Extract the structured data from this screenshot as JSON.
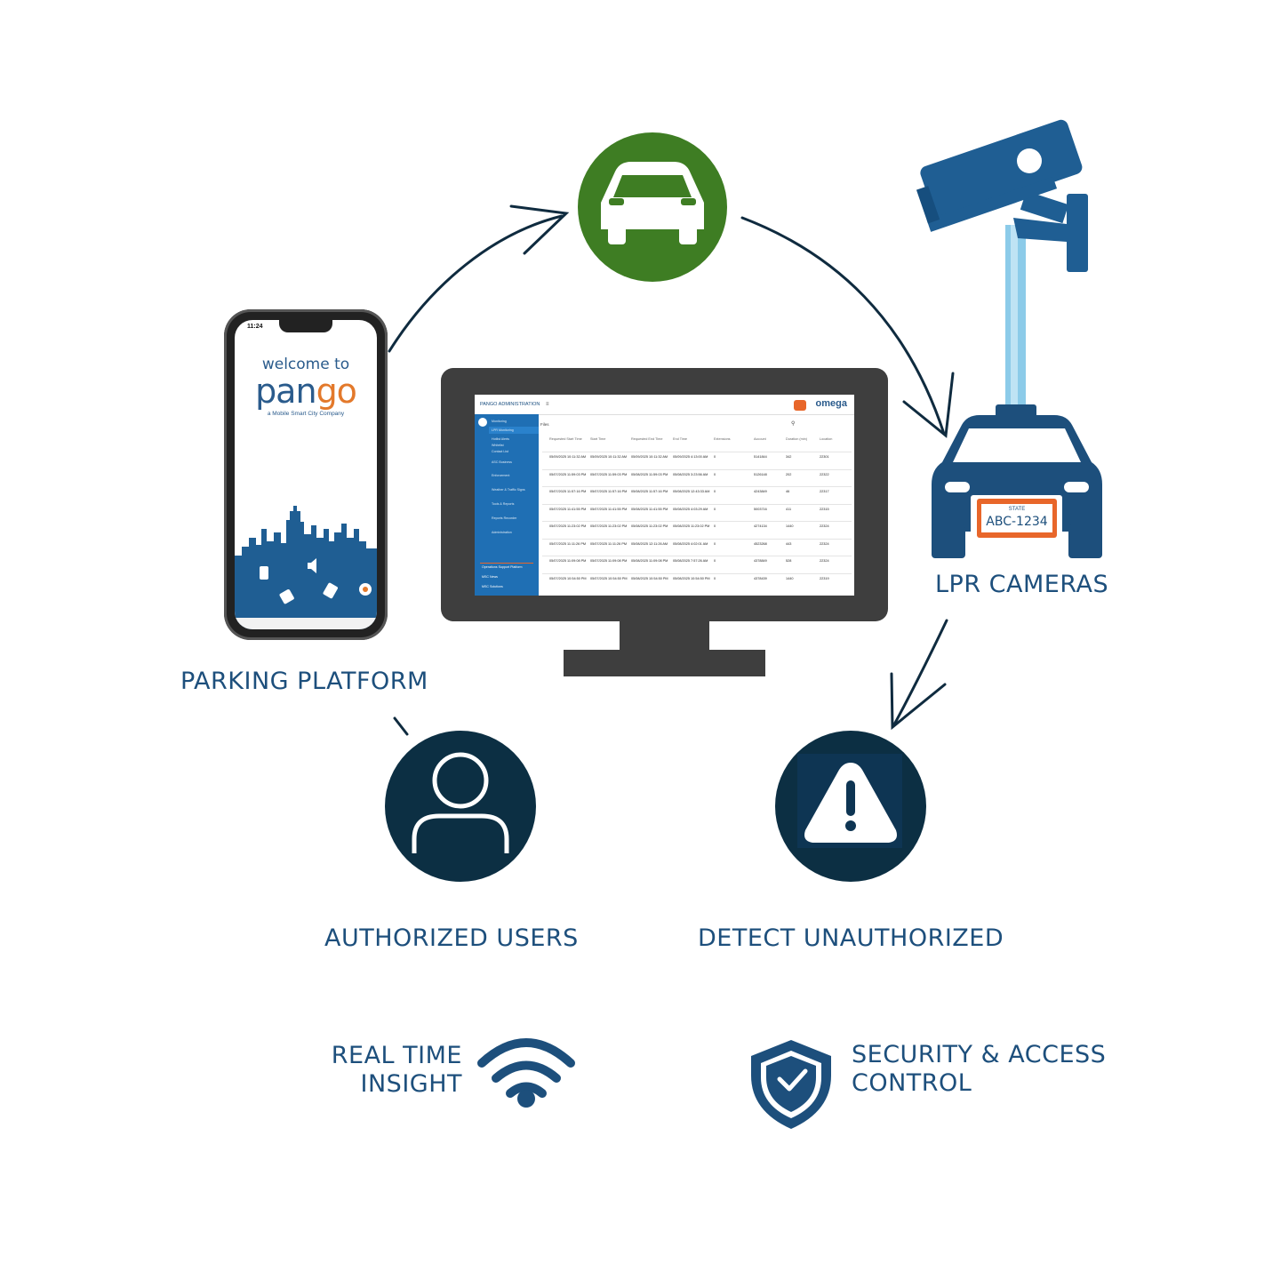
{
  "labels": {
    "parking_platform": "PARKING PLATFORM",
    "lpr_cameras": "LPR CAMERAS",
    "authorized_users": "AUTHORIZED USERS",
    "detect_unauthorized": "DETECT UNAUTHORIZED",
    "real_time_line1": "REAL TIME",
    "real_time_line2": "INSIGHT",
    "security_line1": "SECURITY & ACCESS",
    "security_line2": "CONTROL"
  },
  "phone": {
    "time": "11:24",
    "welcome": "welcome to",
    "brand_part1": "pan",
    "brand_part2": "go",
    "tagline": "a Mobile Smart City Company"
  },
  "plate": {
    "state": "STATE",
    "number": "ABC-1234"
  },
  "dashboard": {
    "title": "PANGO ADMINISTRATION",
    "logo": "omega",
    "filter_label": "Files",
    "sidebar": [
      "Monitoring",
      "LPR Monitoring",
      "Hotlist Alerts",
      "Whitelist",
      "Contact List",
      "ASC Business",
      "Enforcement",
      "Weather & Traffic Signs",
      "Tools & Reports",
      "Reports Recorder",
      "Administration",
      "Operations Support Platform",
      "MSC News",
      "MSC Solutions"
    ],
    "columns": [
      "Requested Start Time",
      "Start Time",
      "Requested End Time",
      "End Time",
      "Extensions",
      "Account",
      "Duration (min)",
      "Location"
    ],
    "rows": [
      [
        "05/09/2025 10:11:32 AM",
        "05/09/2025 10:11:32 AM",
        "05/09/2025 10:11:32 AM",
        "05/09/2025 4:13:00 AM",
        "0",
        "5141844",
        "342",
        "22301"
      ],
      [
        "05/07/2025 11:59:03 PM",
        "05/07/2025 11:59:03 PM",
        "05/08/2025 11:59:03 PM",
        "05/08/2025 3:23:56 AM",
        "0",
        "5126148",
        "202",
        "22322"
      ],
      [
        "05/07/2025 11:57:16 PM",
        "05/07/2025 11:57:16 PM",
        "05/08/2025 11:57:16 PM",
        "05/08/2025 12:43:33 AM",
        "0",
        "4243849",
        "46",
        "22317"
      ],
      [
        "05/07/2025 11:41:55 PM",
        "05/07/2025 11:41:55 PM",
        "05/08/2025 11:41:55 PM",
        "05/08/2025 4:03:29 AM",
        "0",
        "5003716",
        "411",
        "22315"
      ],
      [
        "05/07/2025 11:23:02 PM",
        "05/07/2025 11:23:02 PM",
        "05/08/2025 11:23:02 PM",
        "05/08/2025 11:23:02 PM",
        "0",
        "4274134",
        "1440",
        "22324"
      ],
      [
        "05/07/2025 11:11:26 PM",
        "05/07/2025 11:11:26 PM",
        "05/08/2025 12:11:26 AM",
        "05/08/2025 4:02:01 AM",
        "0",
        "4523268",
        "443",
        "22324"
      ],
      [
        "05/07/2025 11:09:08 PM",
        "05/07/2025 11:09:08 PM",
        "05/08/2025 11:09:08 PM",
        "05/08/2025 7:57:26 AM",
        "0",
        "4378849",
        "528",
        "22324"
      ],
      [
        "05/07/2025 10:54:50 PM",
        "05/07/2025 10:54:50 PM",
        "05/08/2025 10:54:50 PM",
        "05/08/2025 10:54:50 PM",
        "0",
        "4378439",
        "1440",
        "22319"
      ]
    ]
  },
  "colors": {
    "car_circle": "#3e7d23",
    "dark_circle": "#0c2f43",
    "label": "#1d4f7c",
    "camera": "#1f5e93",
    "monitor": "#3e3e3e",
    "plate_frame": "#e8662a"
  },
  "icons": [
    "car-icon",
    "security-camera-icon",
    "taxi-car-icon",
    "license-plate-icon",
    "user-icon",
    "warning-icon",
    "wifi-icon",
    "shield-check-icon",
    "smartphone-icon",
    "monitor-icon"
  ]
}
